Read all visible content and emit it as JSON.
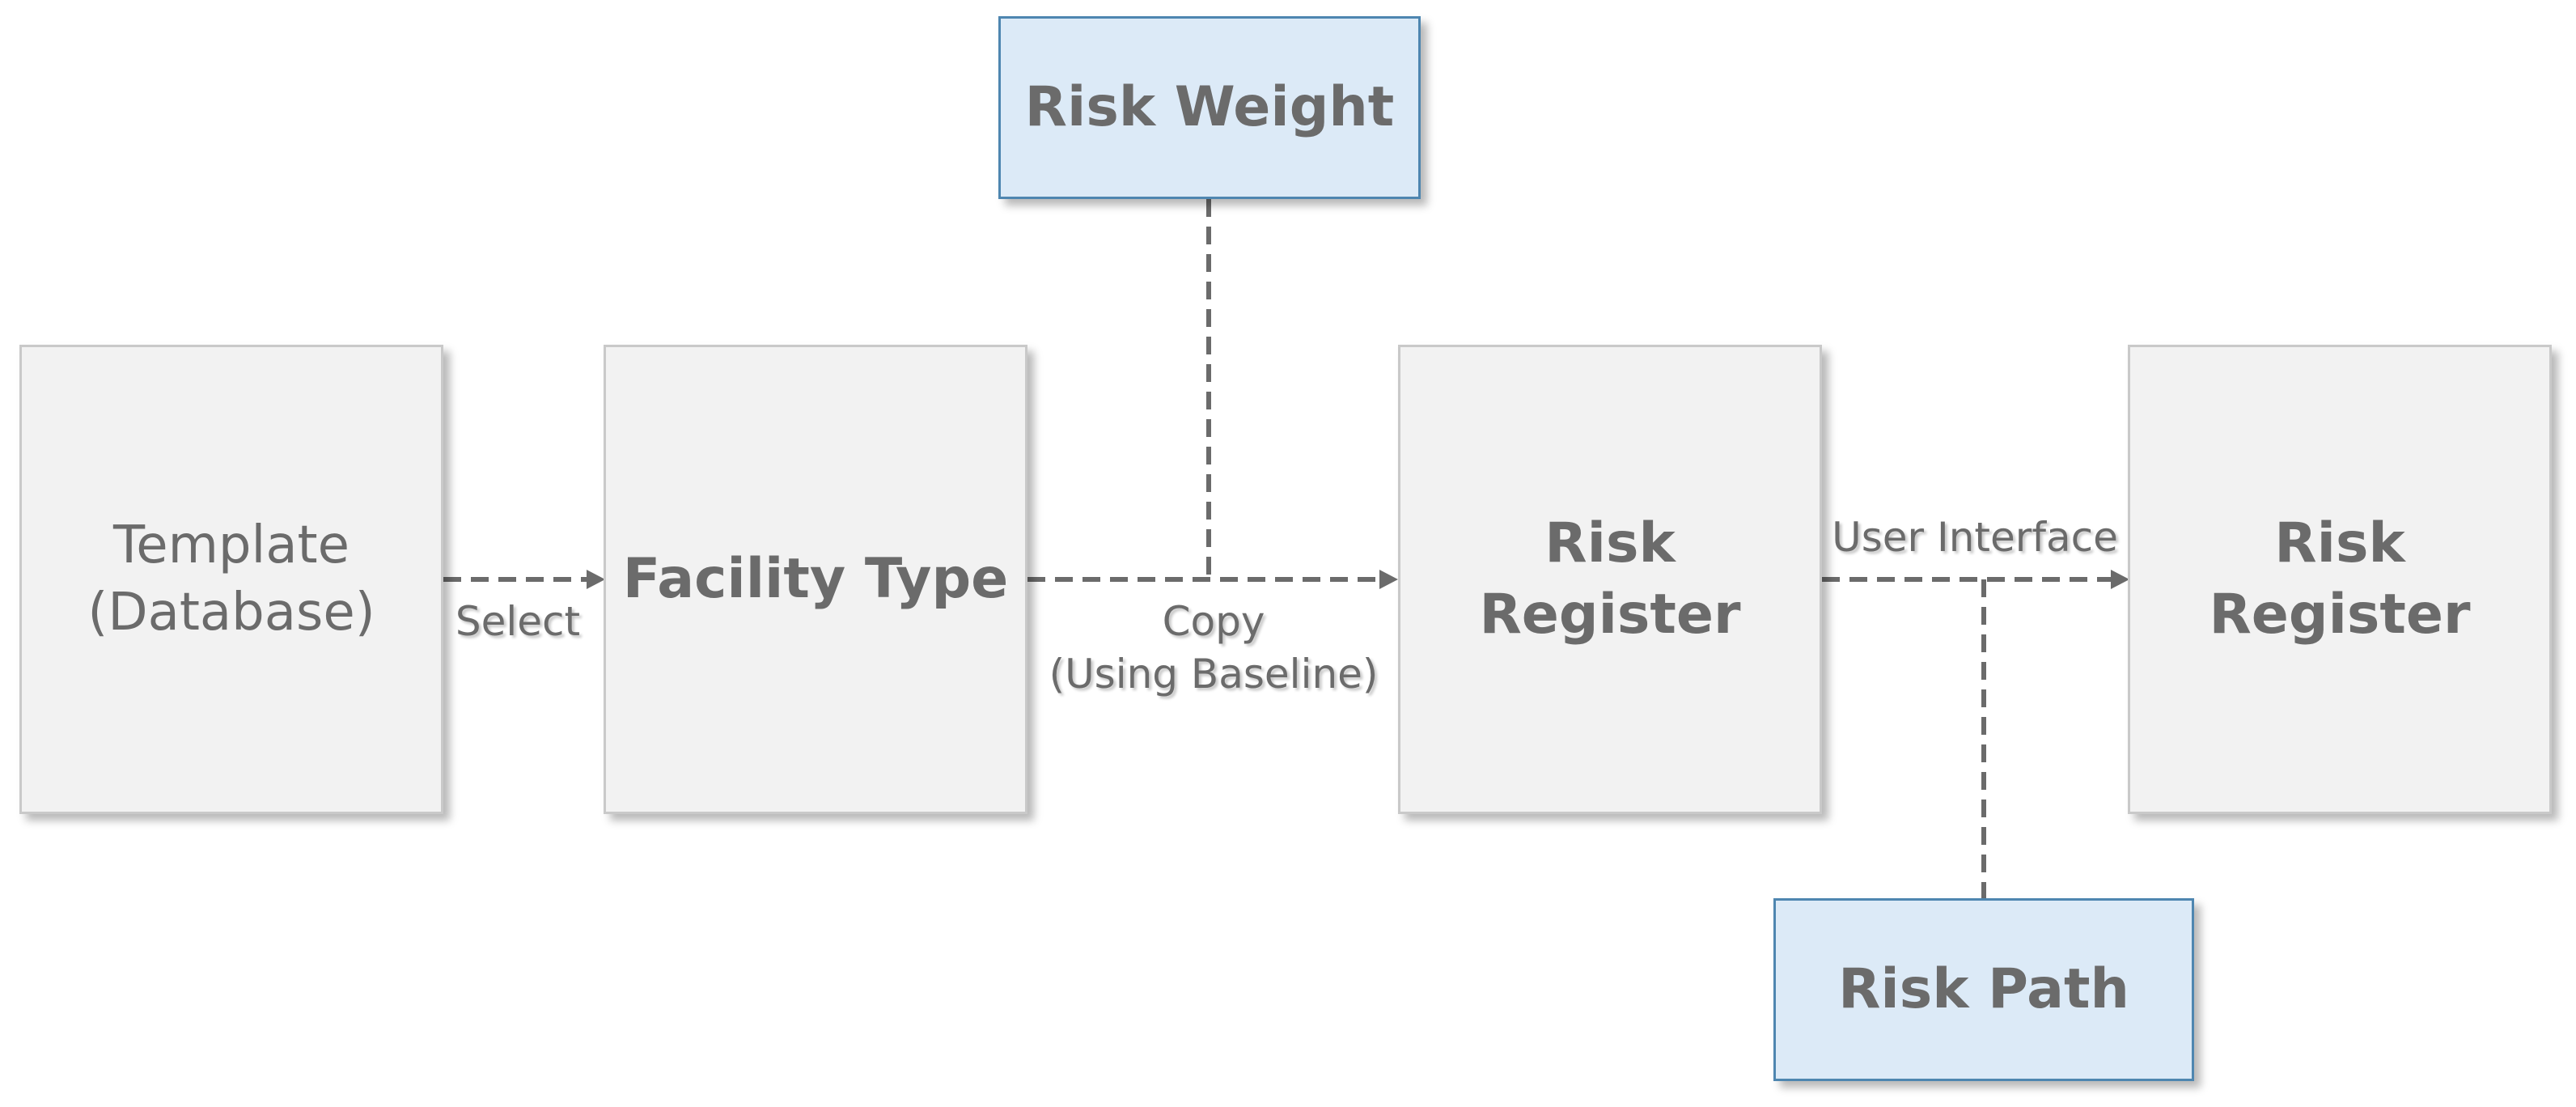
{
  "colors": {
    "gray_box_fill": "#f2f2f2",
    "gray_box_border": "#c9c9c9",
    "blue_box_fill": "#dceaf7",
    "blue_box_border": "#4e86b0",
    "text": "#6b6b6b",
    "connector": "#6b6b6b"
  },
  "nodes": {
    "template": {
      "label": "Template\n(Database)"
    },
    "facility_type": {
      "label": "Facility Type"
    },
    "risk_register_1": {
      "label": "Risk\nRegister"
    },
    "risk_register_2": {
      "label": "Risk\nRegister"
    },
    "risk_weight": {
      "label": "Risk Weight"
    },
    "risk_path": {
      "label": "Risk Path"
    }
  },
  "edges": {
    "select": {
      "label": "Select"
    },
    "copy": {
      "label": "Copy\n(Using Baseline)"
    },
    "user_interface": {
      "label": "User Interface"
    }
  }
}
